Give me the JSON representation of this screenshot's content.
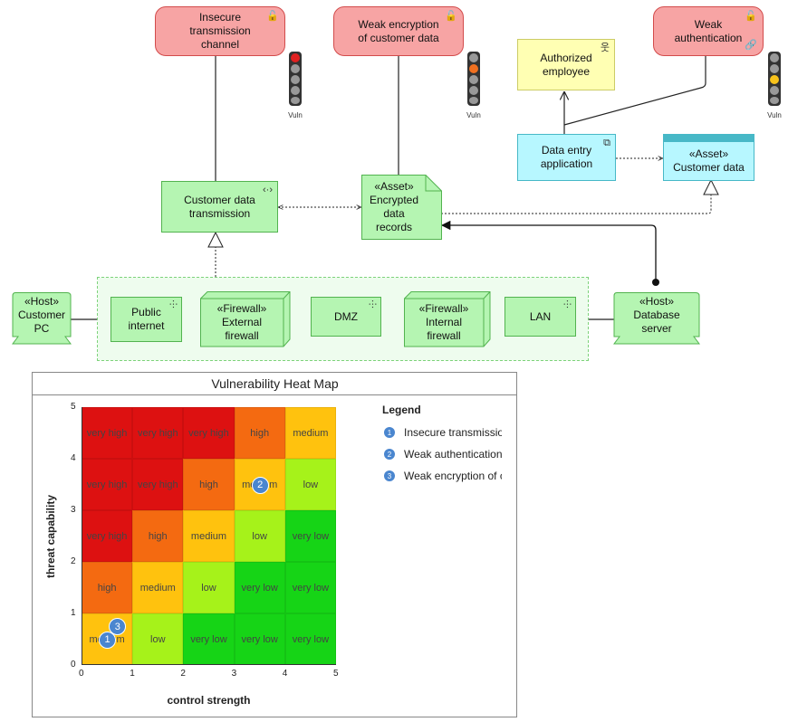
{
  "nodes": {
    "vuln_transmission": "Insecure\ntransmission\nchannel",
    "vuln_encryption": "Weak encryption\nof customer data",
    "vuln_auth": "Weak\nauthentication",
    "authorized_employee": "Authorized\nemployee",
    "data_entry_app": "Data entry\napplication",
    "customer_data_asset": "«Asset»\nCustomer data",
    "customer_data_transmission": "Customer data\ntransmission",
    "encrypted_records": "«Asset»\nEncrypted\ndata\nrecords",
    "host_customer_pc": "«Host»\nCustomer\nPC",
    "public_internet": "Public\ninternet",
    "external_firewall": "«Firewall»\nExternal\nfirewall",
    "dmz": "DMZ",
    "internal_firewall": "«Firewall»\nInternal\nfirewall",
    "lan": "LAN",
    "host_database": "«Host»\nDatabase\nserver"
  },
  "traffic_light_label": "Vuln",
  "traffic_lights": [
    {
      "active": 0,
      "color": "#e02020"
    },
    {
      "active": 1,
      "color": "#f07020"
    },
    {
      "active": 2,
      "color": "#f7c21b"
    }
  ],
  "heatmap": {
    "title": "Vulnerability Heat Map",
    "xlabel": "control strength",
    "ylabel": "threat capability",
    "x_ticks": [
      "0",
      "1",
      "2",
      "3",
      "4",
      "5"
    ],
    "y_ticks": [
      "0",
      "1",
      "2",
      "3",
      "4",
      "5"
    ],
    "legend_title": "Legend",
    "legend": [
      {
        "num": "1",
        "label": "Insecure transmission channel"
      },
      {
        "num": "2",
        "label": "Weak authentication"
      },
      {
        "num": "3",
        "label": "Weak encryption of customer data"
      }
    ],
    "rows_top_to_bottom": [
      [
        "very high",
        "very high",
        "very high",
        "high",
        "medium"
      ],
      [
        "very high",
        "very high",
        "high",
        "medium",
        "low"
      ],
      [
        "very high",
        "high",
        "medium",
        "low",
        "very low"
      ],
      [
        "high",
        "medium",
        "low",
        "very low",
        "very low"
      ],
      [
        "medium",
        "low",
        "very low",
        "very low",
        "very low"
      ]
    ],
    "level_colors": {
      "very high": "#dd1111",
      "high": "#f46a11",
      "medium": "#ffc20e",
      "low": "#a6f21a",
      "very low": "#16d416"
    },
    "markers": [
      {
        "num": "1",
        "control": 0.5,
        "threat": 0.5
      },
      {
        "num": "2",
        "control": 3.5,
        "threat": 3.5
      },
      {
        "num": "3",
        "control": 0.7,
        "threat": 0.75
      }
    ]
  }
}
